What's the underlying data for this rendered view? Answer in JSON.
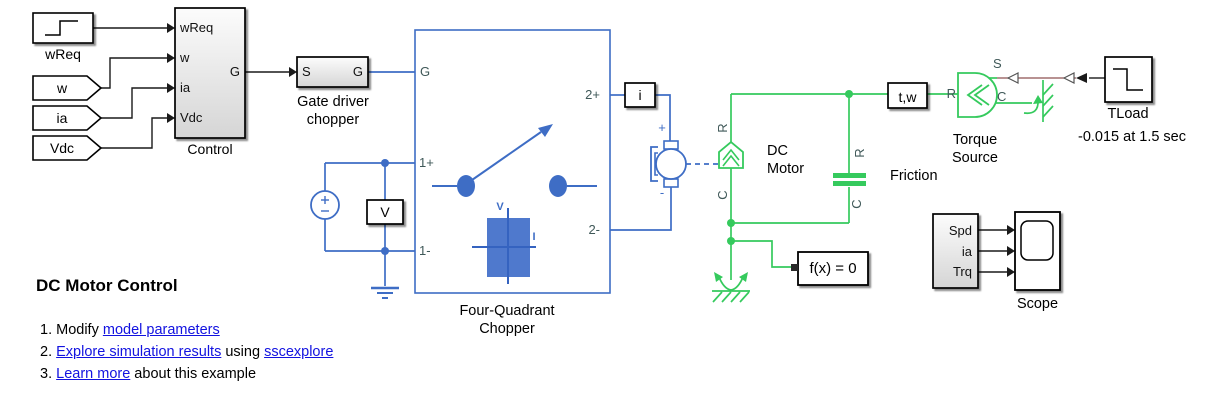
{
  "colors": {
    "electrical": "#3e6dc5",
    "mechanical": "#35ca5d",
    "physical_signal": "#8e5252",
    "link": "#1212e0",
    "conserving_port_label": "#3f5858"
  },
  "blocks": {
    "wreq_step": {
      "label": "wReq"
    },
    "tag_w": {
      "label": "w"
    },
    "tag_ia": {
      "label": "ia"
    },
    "tag_vdc": {
      "label": "Vdc"
    },
    "control": {
      "label": "Control",
      "in1": "wReq",
      "in2": "w",
      "in3": "ia",
      "in4": "Vdc",
      "out": "G"
    },
    "gate_driver": {
      "line1": "Gate driver",
      "line2": "chopper",
      "in": "S",
      "out": "G"
    },
    "chopper": {
      "line1": "Four-Quadrant",
      "line2": "Chopper",
      "port_g": "G",
      "port_1p": "1+",
      "port_1m": "1-",
      "port_2p": "2+",
      "port_2m": "2-",
      "axis_v": "V",
      "axis_i": "I"
    },
    "voltage_sensor": {
      "label": "V"
    },
    "current_sensor": {
      "label": "i"
    },
    "motor": {
      "plus": "+",
      "minus": "-",
      "line1": "DC",
      "line2": "Motor",
      "port_r": "R",
      "port_c": "C"
    },
    "friction": {
      "label": "Friction",
      "port_r": "R",
      "port_c": "C"
    },
    "tw_sensor": {
      "label": "t,w"
    },
    "torque_source": {
      "line1": "Torque",
      "line2": "Source",
      "port_r": "R",
      "port_s": "S",
      "port_c": "C"
    },
    "tload": {
      "label": "TLoad",
      "annotation": "-0.015 at 1.5 sec"
    },
    "solver": {
      "label": "f(x) = 0"
    },
    "mux": {
      "out1": "Spd",
      "out2": "ia",
      "out3": "Trq"
    },
    "scope": {
      "label": "Scope"
    }
  },
  "notes": {
    "heading": "DC Motor Control",
    "item1_prefix": "1. Modify ",
    "item1_link": "model parameters",
    "item2_prefix": "2. ",
    "item2_link1": "Explore simulation results",
    "item2_middle": " using ",
    "item2_link2": "sscexplore",
    "item3_prefix": "3. ",
    "item3_link": "Learn more",
    "item3_suffix": " about this example"
  }
}
